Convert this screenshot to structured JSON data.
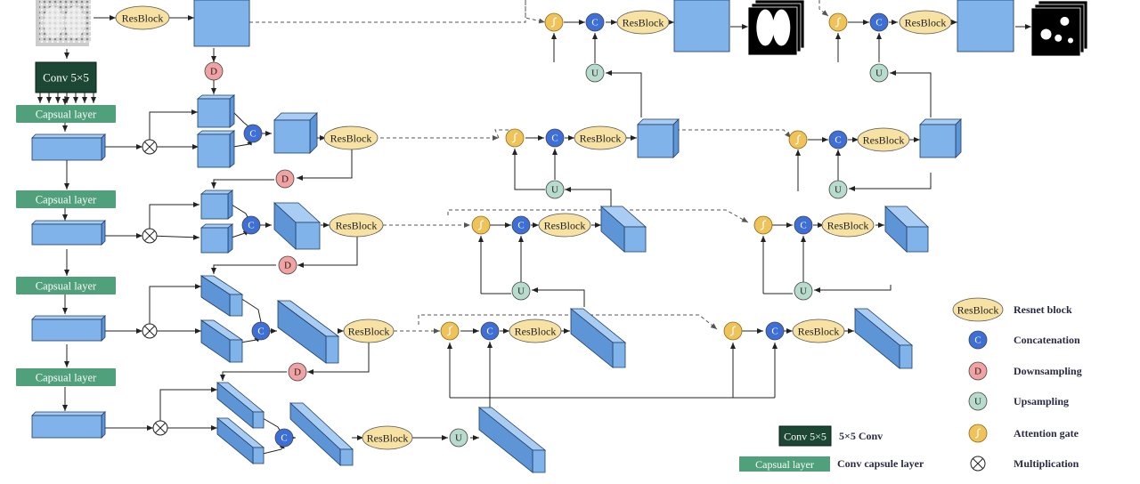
{
  "labels": {
    "resblock": "ResBlock",
    "concat": "C",
    "down": "D",
    "up": "U",
    "conv": "Conv 5×5",
    "capsule": "Capsual layer"
  },
  "legend": {
    "resnet_label": "ResBlock",
    "resnet_text": "Resnet block",
    "concat_text": "Concatenation",
    "down_text": "Downsampling",
    "up_text": "Upsampling",
    "attention_text": "Attention gate",
    "mult_text": "Multiplication",
    "conv_label": "Conv 5×5",
    "conv_text": "5×5 Conv",
    "capsule_label": "Capsual layer",
    "capsule_text": "Conv capsule layer"
  },
  "colors": {
    "resblock_fill": "#f7e2a3",
    "concat_fill": "#3d6fd6",
    "down_fill": "#f1a2a2",
    "up_fill": "#b7dccd",
    "attention_fill": "#f0c35a",
    "box_front": "#7fb3ea",
    "box_top": "#a9ccf3",
    "box_side": "#5d95d6",
    "capsule_fill": "#4fa07b",
    "conv_fill": "#1c4734"
  }
}
